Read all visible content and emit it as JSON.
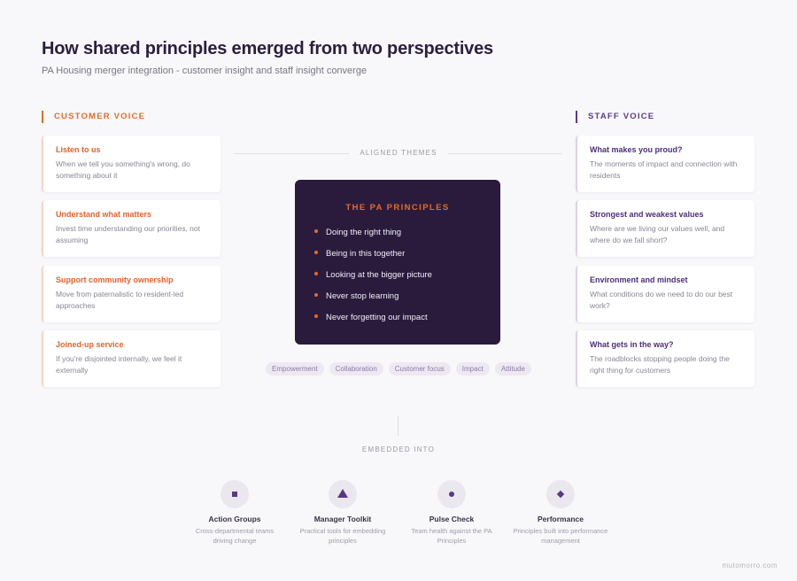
{
  "title": "How shared principles emerged from two perspectives",
  "subtitle": "PA Housing merger integration - customer insight and staff insight converge",
  "customer_voice": {
    "heading": "CUSTOMER VOICE",
    "cards": [
      {
        "title": "Listen to us",
        "desc": "When we tell you something's wrong, do something about it"
      },
      {
        "title": "Understand what matters",
        "desc": "Invest time understanding our priorities, not assuming"
      },
      {
        "title": "Support community ownership",
        "desc": "Move from paternalistic to resident-led approaches"
      },
      {
        "title": "Joined-up service",
        "desc": "If you're disjointed internally, we feel it externally"
      }
    ]
  },
  "staff_voice": {
    "heading": "STAFF VOICE",
    "cards": [
      {
        "title": "What makes you proud?",
        "desc": "The moments of impact and connection with residents"
      },
      {
        "title": "Strongest and weakest values",
        "desc": "Where are we living our values well, and where do we fall short?"
      },
      {
        "title": "Environment and mindset",
        "desc": "What conditions do we need to do our best work?"
      },
      {
        "title": "What gets in the way?",
        "desc": "The roadblocks stopping people doing the right thing for customers"
      }
    ]
  },
  "aligned_themes_label": "ALIGNED THEMES",
  "principles": {
    "title": "THE PA PRINCIPLES",
    "items": [
      "Doing the right thing",
      "Being in this together",
      "Looking at the bigger picture",
      "Never stop learning",
      "Never forgetting our impact"
    ]
  },
  "tags": [
    "Empowerment",
    "Collaboration",
    "Customer focus",
    "Impact",
    "Attitude"
  ],
  "embedded_label": "EMBEDDED INTO",
  "embedded": [
    {
      "icon": "square-icon",
      "title": "Action Groups",
      "desc": "Cross-departmental teams driving change"
    },
    {
      "icon": "triangle-icon",
      "title": "Manager Toolkit",
      "desc": "Practical tools for embedding principles"
    },
    {
      "icon": "circle-icon",
      "title": "Pulse Check",
      "desc": "Team health against the PA Principles"
    },
    {
      "icon": "diamond-icon",
      "title": "Performance",
      "desc": "Principles built into performance management"
    }
  ],
  "footer": "mutomorro.com",
  "colors": {
    "accent_orange": "#e36b2c",
    "accent_purple": "#5b3c86",
    "principles_bg": "#2a1b3d"
  }
}
